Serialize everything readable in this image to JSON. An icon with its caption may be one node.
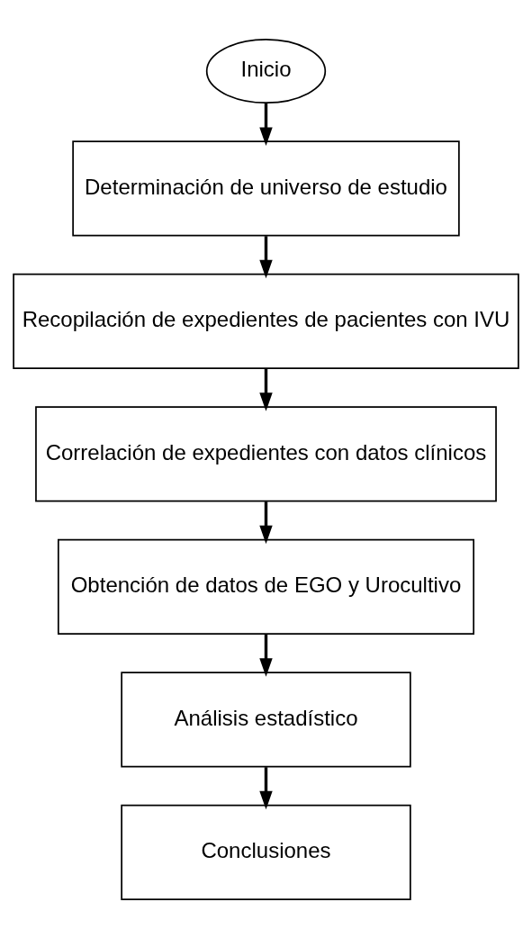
{
  "diagram": {
    "nodes": [
      {
        "text": [
          "Inicio"
        ]
      },
      {
        "text": [
          "Determinación de universo de estudio"
        ]
      },
      {
        "text": [
          "Recopilación de expedientes de pacientes con IVU"
        ]
      },
      {
        "text": [
          "Correlación de expedientes con datos clínicos"
        ]
      },
      {
        "text": [
          "Obtención de datos de EGO y Urocultivo"
        ]
      },
      {
        "text": [
          "Análisis estadístico"
        ]
      },
      {
        "text": [
          "Conclusiones"
        ]
      }
    ],
    "edges": [
      {
        "from": 0,
        "to": 1,
        "arrow": "to"
      },
      {
        "from": 1,
        "to": 2,
        "arrow": "to"
      },
      {
        "from": 2,
        "to": 3,
        "arrow": "to"
      },
      {
        "from": 3,
        "to": 4,
        "arrow": "to"
      },
      {
        "from": 4,
        "to": 5,
        "arrow": "to"
      },
      {
        "from": 5,
        "to": 6,
        "arrow": "to"
      }
    ]
  }
}
